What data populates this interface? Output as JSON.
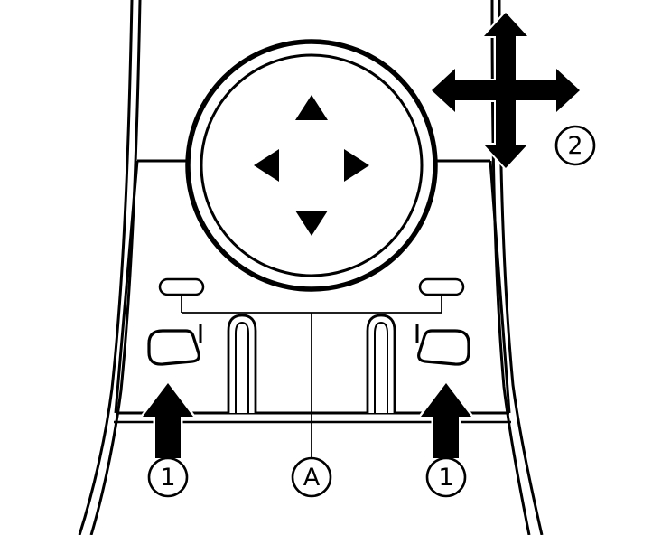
{
  "callouts": {
    "left_mirror_select": "1",
    "right_mirror_select": "1",
    "mirror_adjustment": "2",
    "control_panel": "A"
  },
  "icons": {
    "direction_cross": "four-way-arrow-icon",
    "dial_arrows": [
      "triangle-up-icon",
      "triangle-right-icon",
      "triangle-down-icon",
      "triangle-left-icon"
    ],
    "left_button": "mirror-left-icon",
    "right_button": "mirror-right-icon",
    "callout_pointers": "block-arrow-up-icon"
  },
  "colors": {
    "line": "#000000",
    "background": "#ffffff"
  }
}
